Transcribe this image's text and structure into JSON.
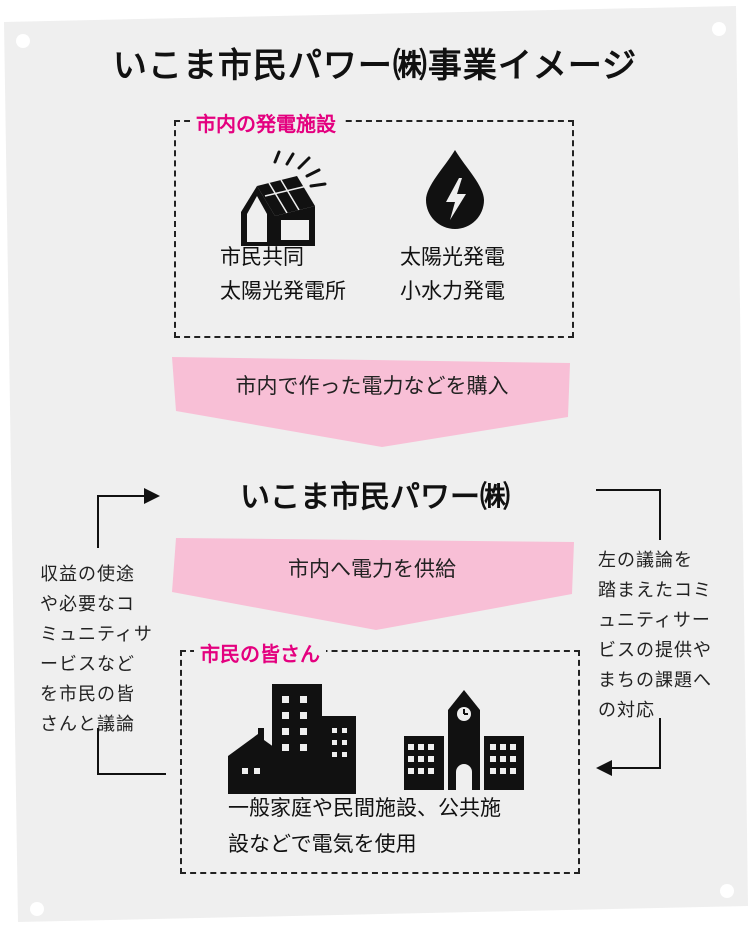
{
  "title": "いこま市民パワー㈱事業イメージ",
  "top_box": {
    "label": "市内の発電施設",
    "item1_line1": "市民共同",
    "item1_line2": "太陽光発電所",
    "item2_line1": "太陽光発電",
    "item2_line2": "小水力発電"
  },
  "band1": "市内で作った電力などを購入",
  "company": "いこま市民パワー㈱",
  "band2": "市内へ電力を供給",
  "left_note": [
    "収益の使途",
    "や必要なコ",
    "ミュニティサ",
    "ービスなど",
    "を市民の皆",
    "さんと議論"
  ],
  "right_note": [
    "左の議論を",
    "踏まえたコミ",
    "ュニティサー",
    "ビスの提供や",
    "まちの課題へ",
    "の対応"
  ],
  "bottom_box": {
    "label": "市民の皆さん",
    "line1": "一般家庭や民間施設、公共施",
    "line2": "設などで電気を使用"
  },
  "colors": {
    "background_card": "#efefef",
    "accent_pink": "#e4007f",
    "band_pink": "#f8bfd6",
    "ink": "#111111"
  },
  "icons": [
    "solar-house-icon",
    "water-drop-lightning-icon",
    "city-buildings-icon",
    "school-building-icon"
  ]
}
